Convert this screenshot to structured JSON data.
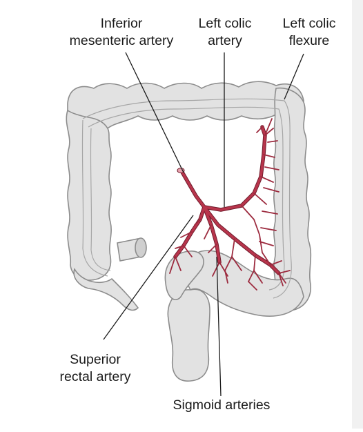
{
  "labels": {
    "inferior_mesenteric_artery": [
      "Inferior",
      "mesenteric artery"
    ],
    "left_colic_artery": [
      "Left colic",
      "artery"
    ],
    "left_colic_flexure": [
      "Left colic",
      "flexure"
    ],
    "superior_rectal_artery": [
      "Superior",
      "rectal artery"
    ],
    "sigmoid_arteries": [
      "Sigmoid arteries"
    ]
  },
  "colors": {
    "colon_fill": "#e2e2e2",
    "colon_outline": "#8c8c8c",
    "artery": "#b8354c",
    "artery_outline": "#6e1a2a",
    "leader_line": "#1a1a1a",
    "sidebar": "#f1f1f1"
  }
}
